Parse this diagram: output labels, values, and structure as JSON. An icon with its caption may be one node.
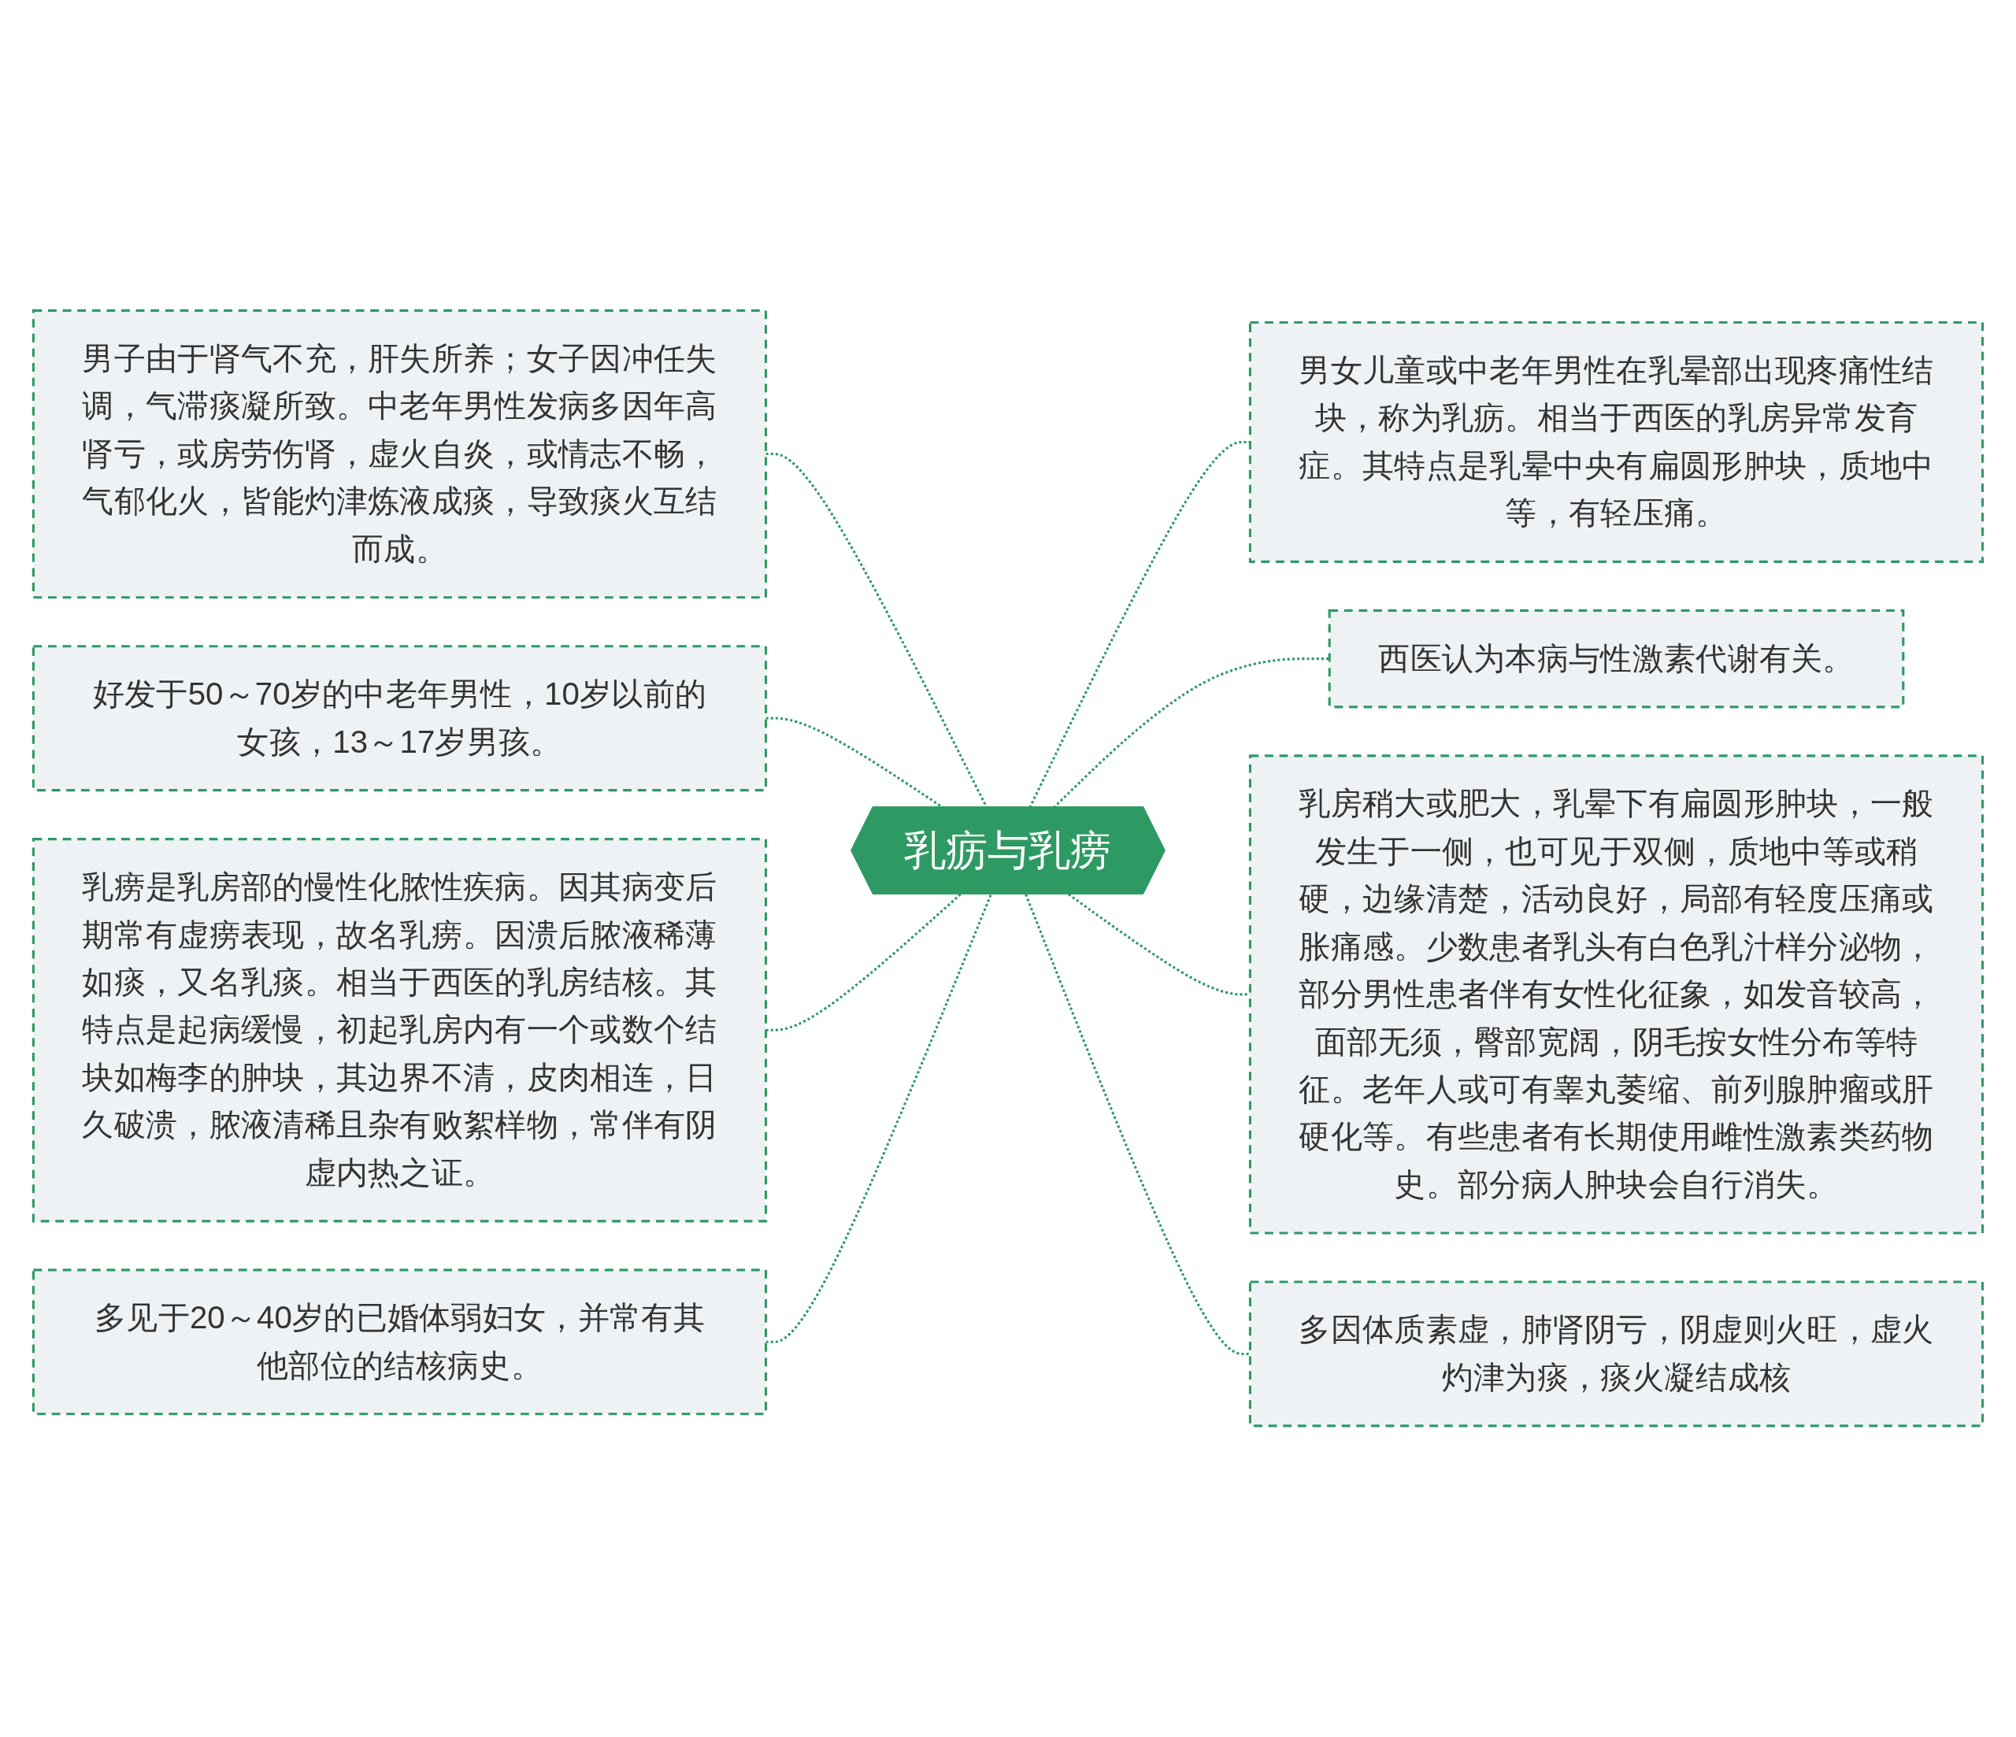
{
  "diagram": {
    "nodes": [
      {
        "text": [
          "乳疬与乳痨"
        ]
      },
      {
        "text": [
          "男子由于肾气不充，肝失所养；女子因冲任失调，气滞痰凝所致。中老年男性发病多因年高肾亏，或房劳伤肾，虚火自炎，或情志不畅，气郁化火，皆能灼津炼液成痰，导致痰火互结而成。"
        ]
      },
      {
        "text": [
          "好发于50～70岁的中老年男性，10岁以前的女孩，13～17岁男孩。"
        ]
      },
      {
        "text": [
          "乳痨是乳房部的慢性化脓性疾病。因其病变后期常有虚痨表现，故名乳痨。因溃后脓液稀薄如痰，又名乳痰。相当于西医的乳房结核。其特点是起病缓慢，初起乳房内有一个或数个结块如梅李的肿块，其边界不清，皮肉相连，日久破溃，脓液清稀且杂有败絮样物，常伴有阴虚内热之证。"
        ]
      },
      {
        "text": [
          "多见于20～40岁的已婚体弱妇女，并常有其他部位的结核病史。"
        ]
      },
      {
        "text": [
          "男女儿童或中老年男性在乳晕部出现疼痛性结块，称为乳疬。相当于西医的乳房异常发育症。其特点是乳晕中央有扁圆形肿块，质地中等，有轻压痛。"
        ]
      },
      {
        "text": [
          "西医认为本病与性激素代谢有关。"
        ]
      },
      {
        "text": [
          "乳房稍大或肥大，乳晕下有扁圆形肿块，一般发生于一侧，也可见于双侧，质地中等或稍硬，边缘清楚，活动良好，局部有轻度压痛或胀痛感。少数患者乳头有白色乳汁样分泌物，部分男性患者伴有女性化征象，如发音较高，面部无须，臀部宽阔，阴毛按女性分布等特征。老年人或可有睾丸萎缩、前列腺肿瘤或肝硬化等。有些患者有长期使用雌性激素类药物史。部分病人肿块会自行消失。"
        ]
      },
      {
        "text": [
          "多因体质素虚，肺肾阴亏，阴虚则火旺，虚火灼津为痰，痰火凝结成核"
        ]
      }
    ],
    "edges": [
      {
        "from": 0,
        "to": 1,
        "arrow": "none",
        "style": "dashed"
      },
      {
        "from": 0,
        "to": 2,
        "arrow": "none",
        "style": "dashed"
      },
      {
        "from": 0,
        "to": 3,
        "arrow": "none",
        "style": "dashed"
      },
      {
        "from": 0,
        "to": 4,
        "arrow": "none",
        "style": "dashed"
      },
      {
        "from": 0,
        "to": 5,
        "arrow": "none",
        "style": "dashed"
      },
      {
        "from": 0,
        "to": 6,
        "arrow": "none",
        "style": "dashed"
      },
      {
        "from": 0,
        "to": 7,
        "arrow": "none",
        "style": "dashed"
      },
      {
        "from": 0,
        "to": 8,
        "arrow": "none",
        "style": "dashed"
      }
    ]
  }
}
